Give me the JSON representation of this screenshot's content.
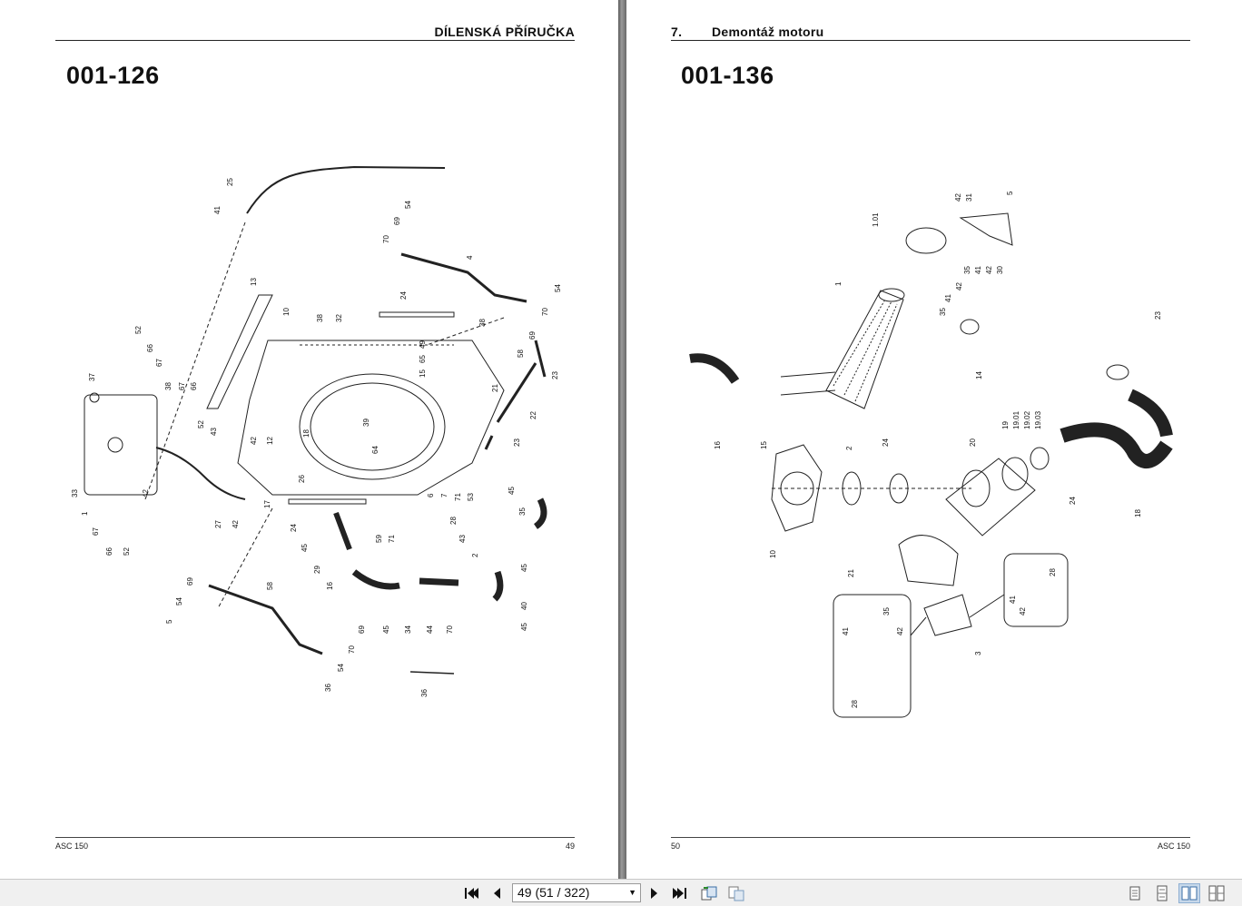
{
  "left_page": {
    "header": "DÍLENSKÁ PŘÍRUČKA",
    "figure_title": "001-126",
    "footer_left": "ASC 150",
    "footer_right": "49",
    "callouts": [
      "25",
      "41",
      "54",
      "69",
      "70",
      "4",
      "13",
      "10",
      "38",
      "32",
      "24",
      "54",
      "70",
      "52",
      "66",
      "67",
      "37",
      "38",
      "67",
      "66",
      "43",
      "52",
      "42",
      "12",
      "18",
      "39",
      "64",
      "49",
      "65",
      "15",
      "38",
      "58",
      "69",
      "23",
      "22",
      "21",
      "23",
      "33",
      "1",
      "42",
      "67",
      "66",
      "52",
      "27",
      "42",
      "17",
      "26",
      "24",
      "45",
      "29",
      "59",
      "71",
      "28",
      "43",
      "2",
      "53",
      "6",
      "7",
      "71",
      "45",
      "35",
      "45",
      "40",
      "45",
      "16",
      "45",
      "34",
      "44",
      "70",
      "69",
      "54",
      "5",
      "58",
      "69",
      "70",
      "54",
      "36"
    ]
  },
  "right_page": {
    "header_number": "7.",
    "header_title": "Demontáž motoru",
    "figure_title": "001-136",
    "footer_left": "50",
    "footer_right": "ASC 150",
    "callouts": [
      "31",
      "42",
      "5",
      "1.01",
      "35",
      "41",
      "42",
      "30",
      "1",
      "42",
      "41",
      "35",
      "14",
      "23",
      "16",
      "15",
      "2",
      "24",
      "20",
      "19",
      "19.01",
      "19.02",
      "19.03",
      "24",
      "18",
      "10",
      "21",
      "28",
      "41",
      "42",
      "35",
      "41",
      "42",
      "3",
      "28"
    ]
  },
  "toolbar": {
    "page_indicator": "49 (51 / 322)",
    "icons": [
      "first-page-icon",
      "previous-page-icon",
      "next-page-icon",
      "last-page-icon",
      "rotate-icon",
      "fit-icon",
      "single-page-view-icon",
      "continuous-view-icon",
      "two-page-view-icon",
      "two-page-continuous-view-icon"
    ]
  }
}
